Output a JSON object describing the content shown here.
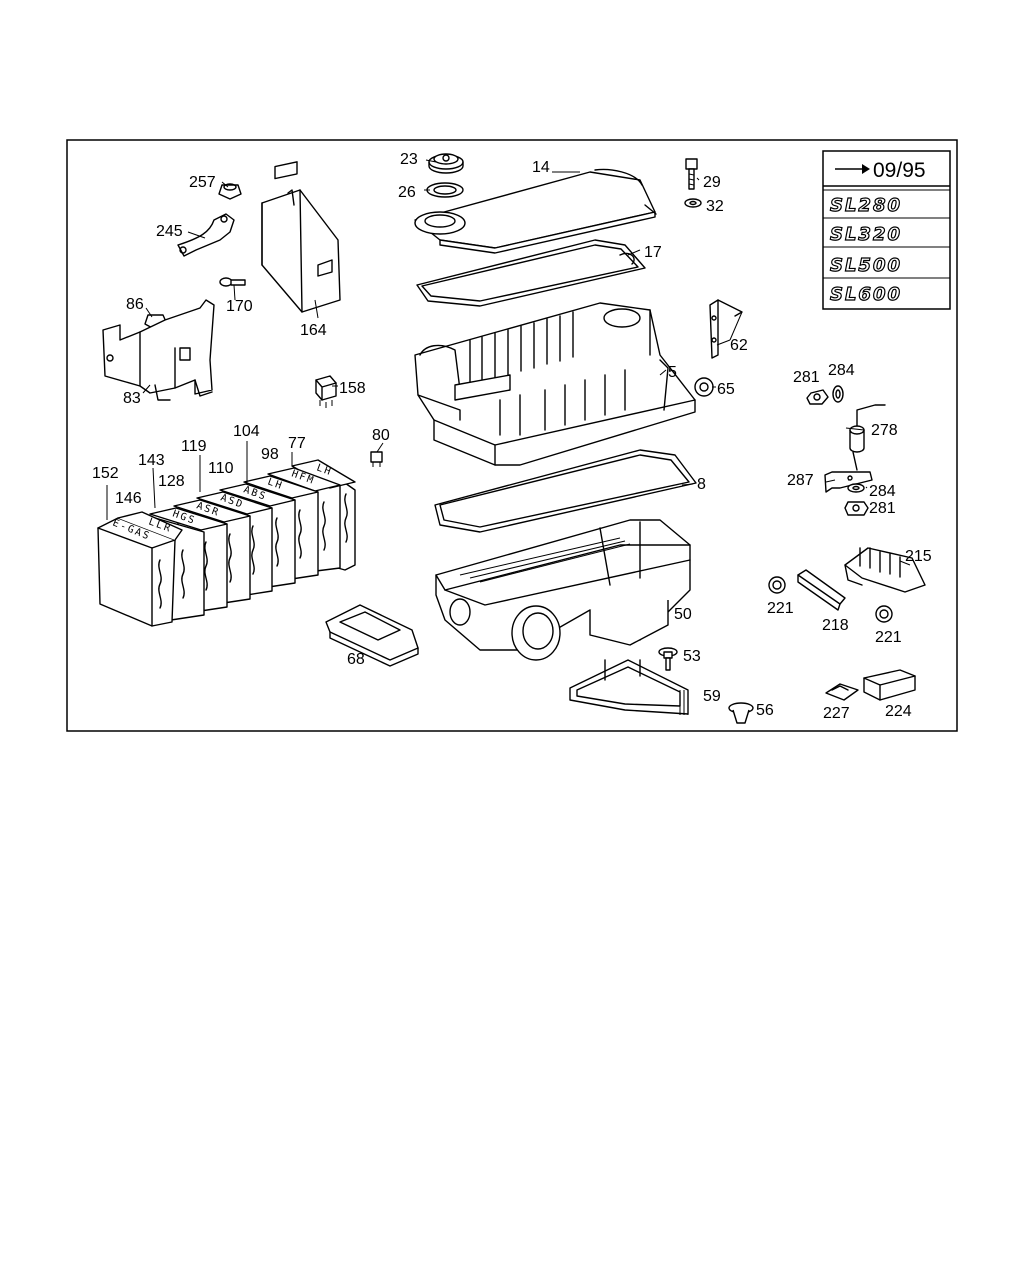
{
  "callouts": {
    "c23": "23",
    "c26": "26",
    "c14": "14",
    "c29": "29",
    "c32": "32",
    "c17": "17",
    "c257": "257",
    "c245": "245",
    "c170": "170",
    "c164": "164",
    "c86": "86",
    "c83": "83",
    "c62": "62",
    "c5": "5",
    "c65": "65",
    "c158": "158",
    "c80": "80",
    "c104": "104",
    "c77": "77",
    "c119": "119",
    "c98": "98",
    "c110": "110",
    "c143": "143",
    "c128": "128",
    "c152": "152",
    "c146": "146",
    "c8": "8",
    "c281a": "281",
    "c284a": "284",
    "c278": "278",
    "c287": "287",
    "c284b": "284",
    "c281b": "281",
    "c215": "215",
    "c221a": "221",
    "c218": "218",
    "c221b": "221",
    "c50": "50",
    "c68": "68",
    "c53": "53",
    "c59": "59",
    "c56": "56",
    "c227": "227",
    "c224": "224"
  },
  "modules": [
    "E-GAS",
    "LLR",
    "HGS",
    "ASR",
    "ASD",
    "ABS",
    "LH",
    "HFM",
    "LH"
  ],
  "legend": {
    "date": "09/95",
    "models": [
      "SL280",
      "SL320",
      "SL500",
      "SL600"
    ]
  }
}
